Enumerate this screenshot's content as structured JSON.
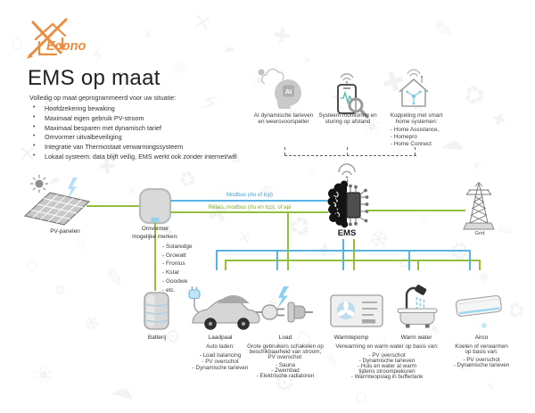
{
  "logo": {
    "brand": "Econo"
  },
  "header": {
    "title": "EMS op maat",
    "intro": "Volledig op maat geprogrammeerd voor uw situatie:",
    "bullets": [
      "Hoofdzekering bewaking",
      "Maximaal eigen gebruik PV-stroom",
      "Maximaal besparen met dynamisch tarief",
      "Omvormer uitvalbeveiliging",
      "Integratie van Thermostaat verwarmingssysteem",
      "Lokaal systeem: data blijft veilig, EMS werkt ook zonder internet/wifi"
    ]
  },
  "top_features": {
    "ai": {
      "badge": "AI",
      "caption_line1": "AI dynamische tarieven",
      "caption_line2": "en weersvoorspeller"
    },
    "monitoring": {
      "caption_line1": "Systeem monitoring en",
      "caption_line2": "sturing op afstand"
    },
    "smart_home": {
      "caption_line1": "Koppeling met smart",
      "caption_line2": "home systemen:",
      "systems": [
        "- Home Assistance,",
        "- Homepro",
        "- Home Connect"
      ]
    }
  },
  "flow": {
    "pv": {
      "label": "PV-panelen"
    },
    "inverter": {
      "label_line1": "Omvormer",
      "label_line2": "mogelijke merken:",
      "brands": [
        "- Solaredge",
        "- Growatt",
        "- Fronius",
        "- Kstar",
        "- Goodwe",
        "- etc."
      ]
    },
    "bus_labels": {
      "modbus": "Modbus (rtu of tcp)",
      "relais": "Relais, modbus (rtu en tcp), of api"
    },
    "ems": {
      "label": "EMS"
    },
    "grid": {
      "label": "Grid"
    }
  },
  "devices": {
    "battery": {
      "label": "Batterij"
    },
    "charger": {
      "label": "Laadpaal",
      "heading": "Auto laden:",
      "items": [
        "- Load balancing",
        "- PV overschot",
        "- Dynamische tarieven"
      ]
    },
    "load": {
      "label": "Load",
      "heading_lines": [
        "Grote gebruikers schakelen op",
        "beschikbaarheid van stroom,",
        "PV overschot:"
      ],
      "items": [
        "- Sauna",
        "- Zwembad",
        "- Elektrische radiatoren"
      ]
    },
    "heatpump": {
      "label": "Warmtepomp"
    },
    "hot_water": {
      "label": "Warm water"
    },
    "heat_group": {
      "heading": "Verwarming en warm water op basis van:",
      "items": [
        "- PV overschot",
        "- Dynamische tarieven",
        "- Huis en water al warm",
        "tijdens stroompiekuren",
        "- Warmteopslag in buffertank"
      ]
    },
    "airco": {
      "label": "Airco",
      "snowflake_glyph": "❄",
      "heading_lines": [
        "Koelen of verwarmen",
        "op basis van:"
      ],
      "items": [
        "- PV overschot",
        "- Dynamische tarieven"
      ]
    }
  },
  "colors": {
    "accent_orange": "#ED8B3E",
    "line_green": "#93C03C",
    "line_blue": "#57B3E4"
  }
}
